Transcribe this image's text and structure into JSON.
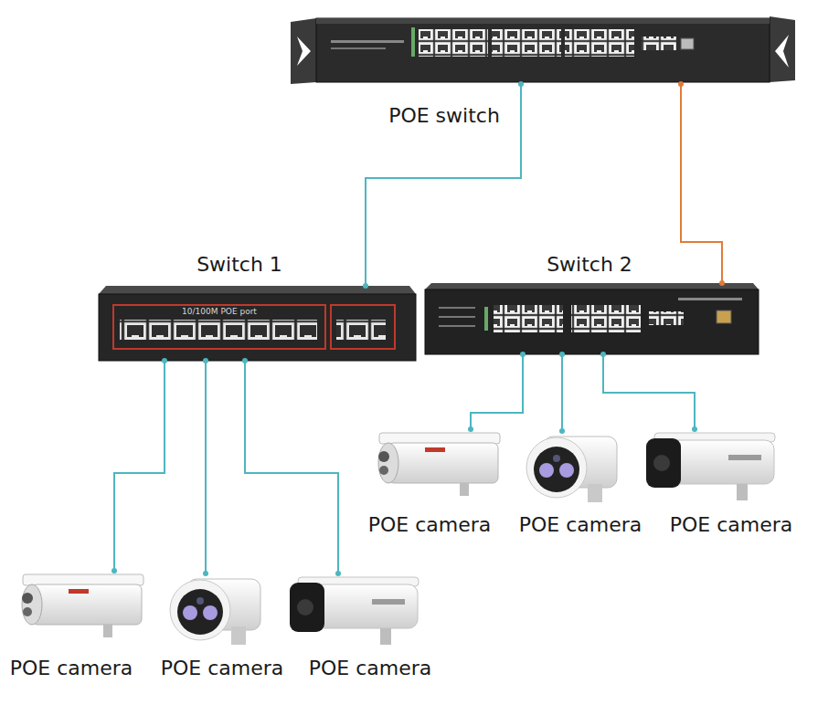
{
  "diagram": {
    "nodes": [
      {
        "text": [
          "POE switch"
        ]
      },
      {
        "text": [
          "Switch 1"
        ]
      },
      {
        "text": [
          "Switch 2"
        ]
      },
      {
        "text": [
          "POE camera"
        ]
      },
      {
        "text": [
          "POE camera"
        ]
      },
      {
        "text": [
          "POE camera"
        ]
      },
      {
        "text": [
          "POE camera"
        ]
      },
      {
        "text": [
          "POE camera"
        ]
      },
      {
        "text": [
          "POE camera"
        ]
      }
    ],
    "edges": [
      {
        "from": 0,
        "to": 1,
        "arrow": "none"
      },
      {
        "from": 0,
        "to": 2,
        "arrow": "none"
      },
      {
        "from": 1,
        "to": 3,
        "arrow": "none"
      },
      {
        "from": 1,
        "to": 4,
        "arrow": "none"
      },
      {
        "from": 1,
        "to": 5,
        "arrow": "none"
      },
      {
        "from": 2,
        "to": 6,
        "arrow": "none"
      },
      {
        "from": 2,
        "to": 7,
        "arrow": "none"
      },
      {
        "from": 2,
        "to": 8,
        "arrow": "none"
      }
    ],
    "labels": [
      "10/100M POE port"
    ]
  }
}
